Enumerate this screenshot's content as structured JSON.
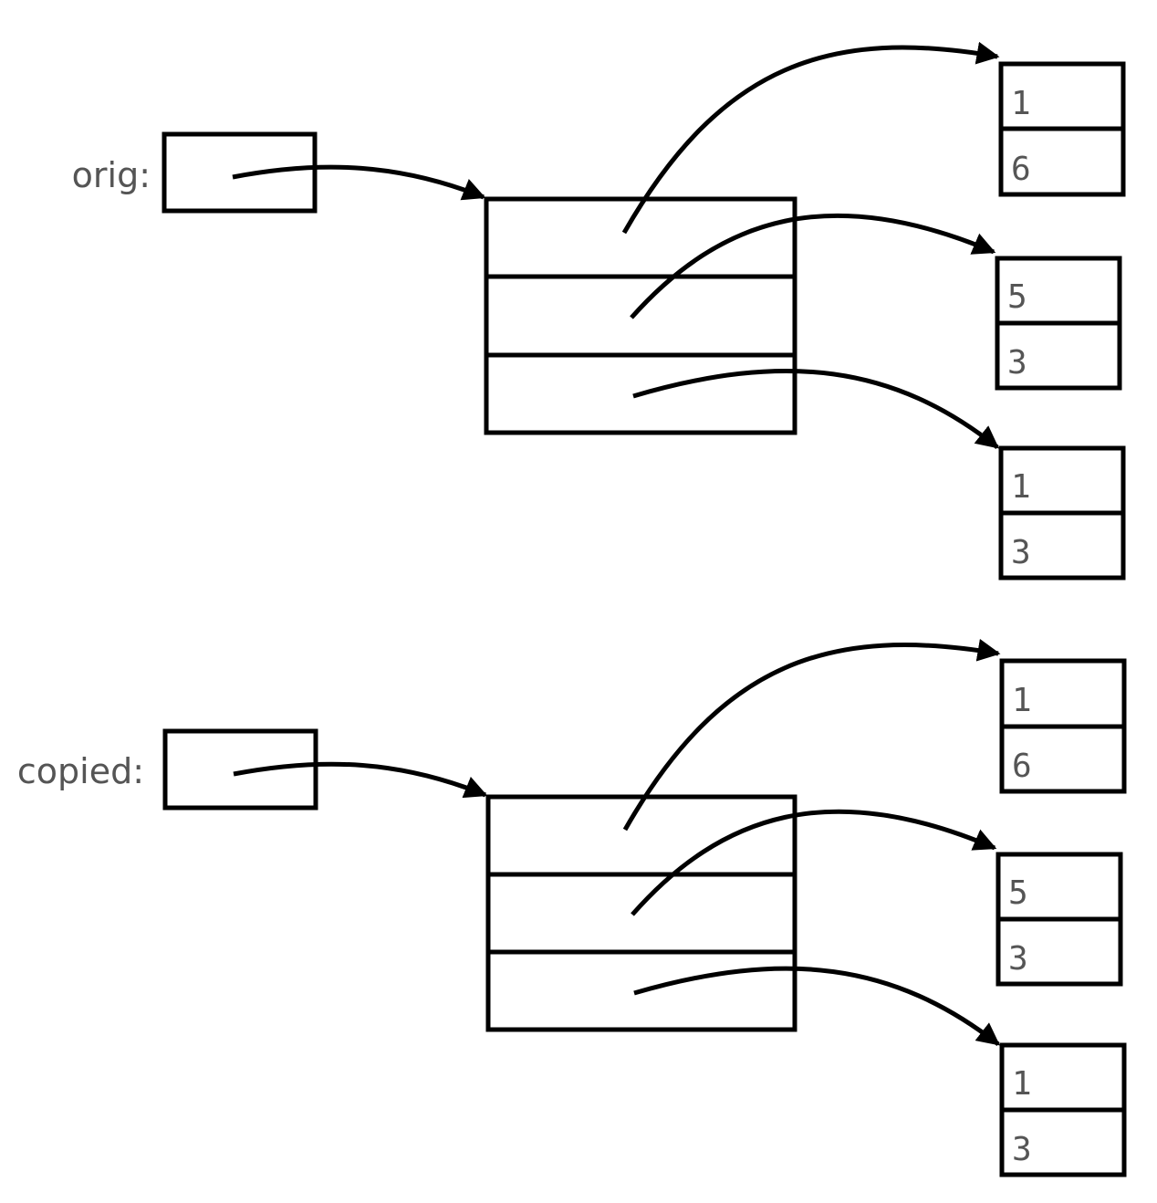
{
  "colors": {
    "line": "#000000",
    "text": "#555555",
    "background": "#ffffff"
  },
  "groups": [
    {
      "label": "orig:",
      "inner": [
        {
          "values": [
            "1",
            "6"
          ]
        },
        {
          "values": [
            "5",
            "3"
          ]
        },
        {
          "values": [
            "1",
            "3"
          ]
        }
      ]
    },
    {
      "label": "copied:",
      "inner": [
        {
          "values": [
            "1",
            "6"
          ]
        },
        {
          "values": [
            "5",
            "3"
          ]
        },
        {
          "values": [
            "1",
            "3"
          ]
        }
      ]
    }
  ]
}
